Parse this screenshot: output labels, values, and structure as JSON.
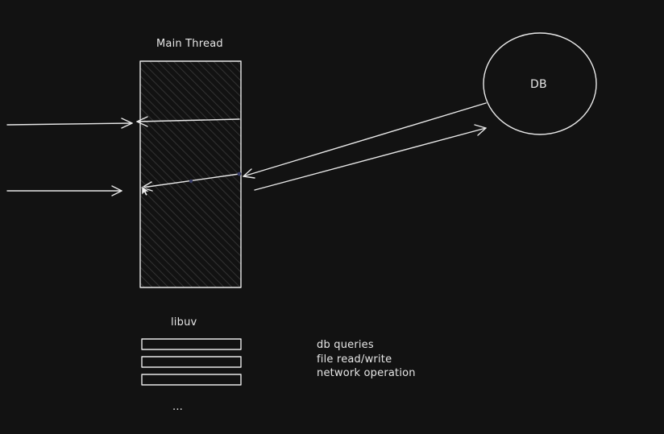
{
  "diagram": {
    "main_thread_label": "Main Thread",
    "db_label": "DB",
    "libuv_label": "libuv",
    "libuv_ops": [
      "db queries",
      "file read/write",
      "network operation"
    ],
    "ellipsis": "...",
    "colors": {
      "background": "#121212",
      "stroke": "#e8e8e8",
      "node_dot": "#3a3f6b"
    }
  }
}
